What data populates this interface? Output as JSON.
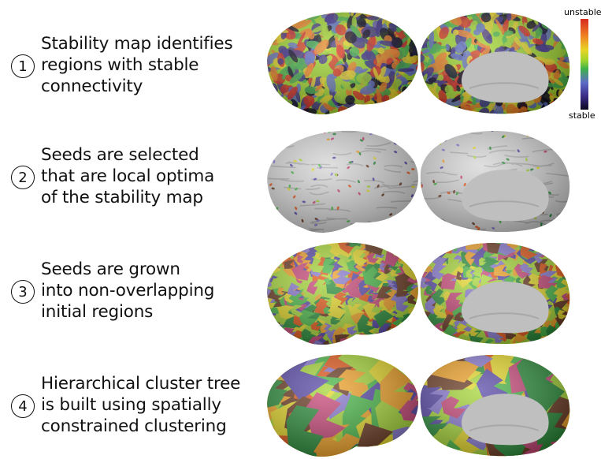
{
  "steps": [
    {
      "number": "1",
      "lines": [
        "Stability map identifies",
        "regions with stable",
        "connectivity"
      ]
    },
    {
      "number": "2",
      "lines": [
        "Seeds are selected",
        "that are local optima",
        "of the stability map"
      ]
    },
    {
      "number": "3",
      "lines": [
        "Seeds are grown",
        "into non-overlapping",
        "initial regions"
      ]
    },
    {
      "number": "4",
      "lines": [
        "Hierarchical cluster tree",
        "is built using spatially",
        "constrained clustering"
      ]
    }
  ],
  "colorbar": {
    "top_label": "unstable",
    "bottom_label": "stable"
  },
  "colors": {
    "stability": [
      "#d72a1e",
      "#ee7d22",
      "#e9d424",
      "#9ed42c",
      "#3fb24a",
      "#5d6cc7",
      "#3b2b88",
      "#0b0720"
    ],
    "parcels": [
      "#e35a1d",
      "#f0a32a",
      "#e6d92c",
      "#a7d63a",
      "#4cb84a",
      "#8a7bd0",
      "#5a4aa8",
      "#c94a7a",
      "#6d3e26",
      "#2f8f3e"
    ],
    "cortex_gray": "#d6d6d6",
    "medial_wall": "#bfbfbf"
  }
}
